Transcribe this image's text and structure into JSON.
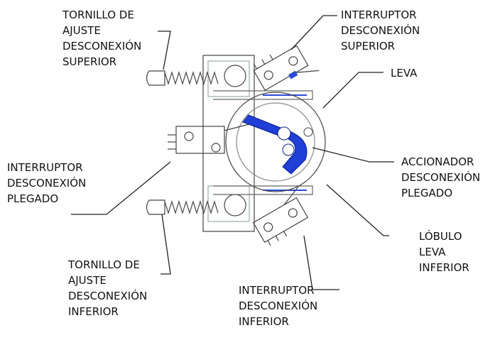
{
  "labels": {
    "upper_screw": [
      "TORNILLO DE",
      "AJUSTE",
      "DESCONEXIÓN",
      "SUPERIOR"
    ],
    "upper_switch": [
      "INTERRUPTOR",
      "DESCONEXIÓN",
      "SUPERIOR"
    ],
    "cam": [
      "LEVA"
    ],
    "fold_switch": [
      "INTERRUPTOR",
      "DESCONEXIÓN",
      "PLEGADO"
    ],
    "actuator": [
      "ACCIONADOR",
      "DESCONEXIÓN",
      "PLEGADO"
    ],
    "lower_lobe": [
      "LÓBULO",
      "LEVA",
      "INFERIOR"
    ],
    "lower_screw": [
      "TORNILLO DE",
      "AJUSTE",
      "DESCONEXIÓN",
      "INFERIOR"
    ],
    "lower_switch": [
      "INTERRUPTOR",
      "DESCONEXIÓN",
      "INFERIOR"
    ]
  },
  "colors": {
    "actuator": "#1f3fd6",
    "line": "#222222",
    "part": "#444444"
  }
}
